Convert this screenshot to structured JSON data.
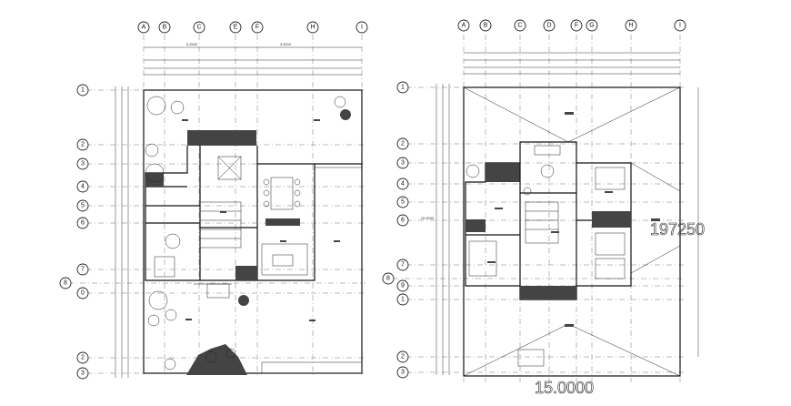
{
  "left_plan": {
    "col_axes": [
      "A",
      "B",
      "C",
      "E",
      "F",
      "H",
      "I"
    ],
    "row_axes": [
      "1",
      "2",
      "3",
      "4",
      "5",
      "6",
      "7",
      "8",
      "0",
      "2",
      "3"
    ],
    "dim_labels": [
      "6.4500",
      "3.9000"
    ]
  },
  "right_plan": {
    "col_axes": [
      "A",
      "B",
      "C",
      "D",
      "F",
      "G",
      "H",
      "I"
    ],
    "row_axes": [
      "1",
      "2",
      "3",
      "4",
      "5",
      "6",
      "7",
      "8",
      "9",
      "1",
      "2",
      "3"
    ],
    "dim_side": "15.4000",
    "dim_width": "15.0000",
    "dim_height": "197250"
  },
  "colors": {
    "line": "#111111",
    "grid": "#777777",
    "fill": "#444444"
  }
}
